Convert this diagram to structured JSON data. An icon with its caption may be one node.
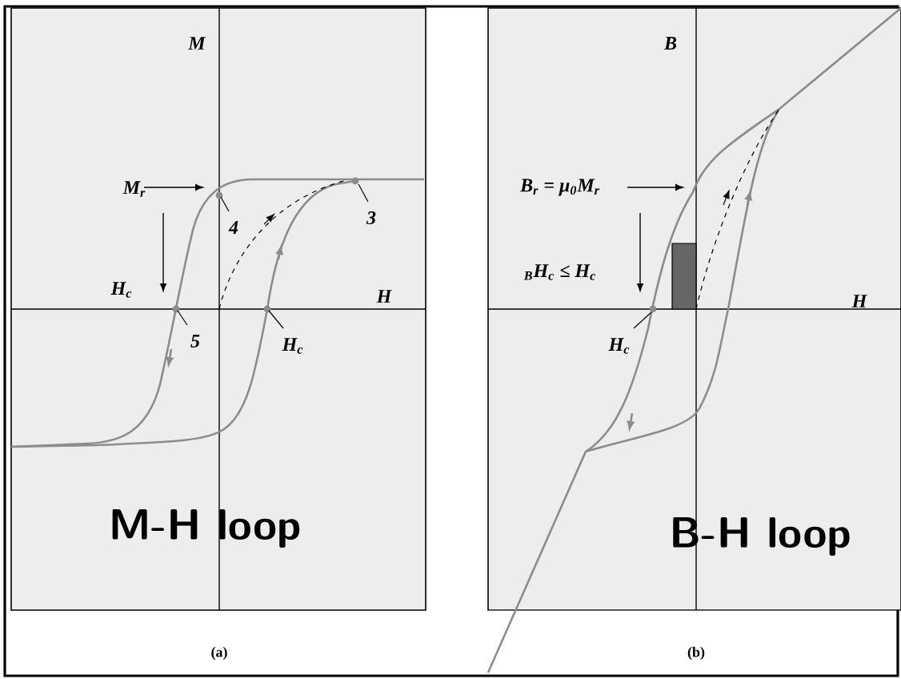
{
  "diagram": {
    "labels": [
      "M",
      "H",
      "M$_{r}$",
      "4",
      "3",
      "H$_{c}$",
      "5",
      "H$_{c}$",
      "M-H loop",
      "(a)",
      "B",
      "H",
      "B$_{r}$ = μ$_{0}$M$_{r}$",
      "$_{B}$H$_{c}$ ≤ H$_{c}$",
      "H$_{c}$",
      "B-H loop",
      "(b)"
    ]
  }
}
